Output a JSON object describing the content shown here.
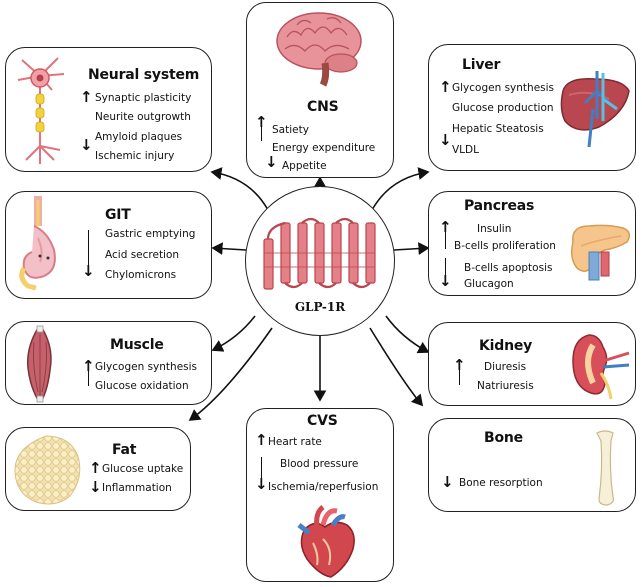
{
  "center": {
    "label": "GLP-1R"
  },
  "neural": {
    "title": "Neural system",
    "items": [
      "Synaptic plasticity",
      "Neurite outgrowth",
      "Amyloid plaques",
      "Ischemic injury"
    ]
  },
  "cns": {
    "title": "CNS",
    "items": [
      "Satiety",
      "Energy expenditure",
      "Appetite"
    ]
  },
  "liver": {
    "title": "Liver",
    "items": [
      "Glycogen synthesis",
      "Glucose production",
      "Hepatic Steatosis",
      "VLDL"
    ]
  },
  "git": {
    "title": "GIT",
    "items": [
      "Gastric emptying",
      "Acid secretion",
      "Chylomicrons"
    ]
  },
  "pancreas": {
    "title": "Pancreas",
    "items": [
      "Insulin",
      "B-cells proliferation",
      "B-cells apoptosis",
      "Glucagon"
    ]
  },
  "muscle": {
    "title": "Muscle",
    "items": [
      "Glycogen synthesis",
      "Glucose oxidation"
    ]
  },
  "kidney": {
    "title": "Kidney",
    "items": [
      "Diuresis",
      "Natriuresis"
    ]
  },
  "fat": {
    "title": "Fat",
    "items": [
      "Glucose uptake",
      "Inflammation"
    ]
  },
  "cvs": {
    "title": "CVS",
    "items": [
      "Heart rate",
      "Blood pressure",
      "Ischemia/reperfusion"
    ]
  },
  "bone": {
    "title": "Bone",
    "items": [
      "Bone resorption"
    ]
  },
  "symbols": {
    "up": "↑",
    "down": "↓"
  },
  "colors": {
    "receptor": "#d9646f",
    "outline": "#222222"
  }
}
